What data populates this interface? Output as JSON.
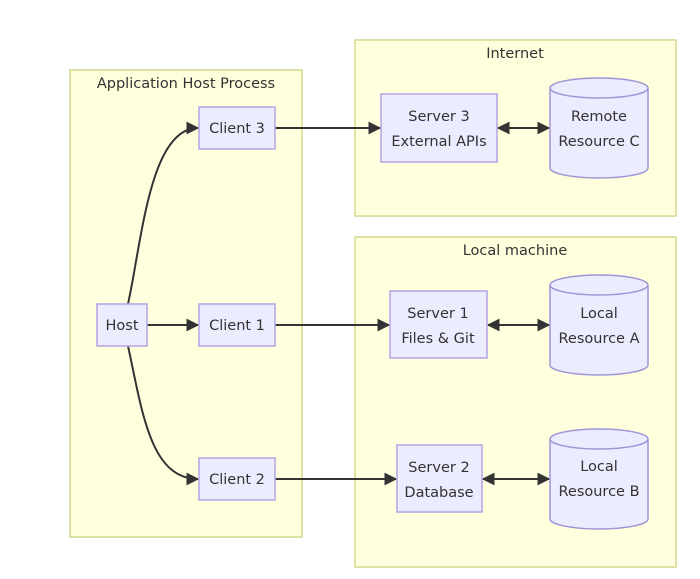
{
  "clusters": {
    "app_host": {
      "label": "Application Host Process"
    },
    "internet": {
      "label": "Internet"
    },
    "local": {
      "label": "Local machine"
    }
  },
  "nodes": {
    "host": {
      "label": "Host"
    },
    "client1": {
      "label": "Client 1"
    },
    "client2": {
      "label": "Client 2"
    },
    "client3": {
      "label": "Client 3"
    },
    "server1": {
      "line1": "Server 1",
      "line2": "Files & Git"
    },
    "server2": {
      "line1": "Server 2",
      "line2": "Database"
    },
    "server3": {
      "line1": "Server 3",
      "line2": "External APIs"
    },
    "resource_a": {
      "line1": "Local",
      "line2": "Resource A"
    },
    "resource_b": {
      "line1": "Local",
      "line2": "Resource B"
    },
    "resource_c": {
      "line1": "Remote",
      "line2": "Resource C"
    }
  },
  "colors": {
    "cluster_fill": "#ffffde",
    "cluster_stroke": "#d4d98e",
    "node_fill": "#ececff",
    "node_stroke": "#b3a4e6",
    "edge": "#333333"
  }
}
